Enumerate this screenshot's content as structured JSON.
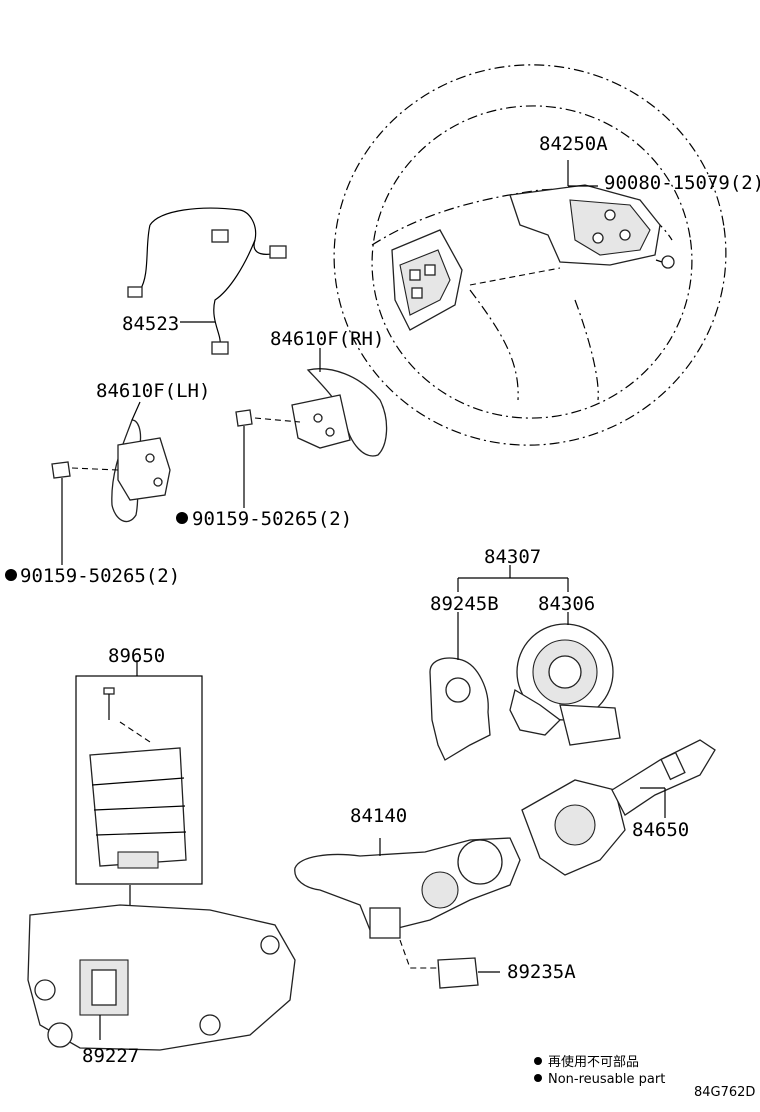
{
  "labels": {
    "steering_switch": "84250A",
    "screw_steering": "90080-15079(2)",
    "wire_harness": "84523",
    "paddle_rh": "84610F(RH)",
    "paddle_lh": "84610F(LH)",
    "screw_rh": "90159-50265(2)",
    "screw_lh": "90159-50265(2)",
    "spiral_assy": "84307",
    "sensor": "89245B",
    "spiral_cable": "84306",
    "lock_actuator": "89650",
    "combo_switch": "84140",
    "wiper_switch": "84650",
    "connector": "89235A",
    "computer": "89227"
  },
  "legend": {
    "line1": "再使用不可部品",
    "line2": "Non-reusable part"
  },
  "diagram_code": "84G762D"
}
